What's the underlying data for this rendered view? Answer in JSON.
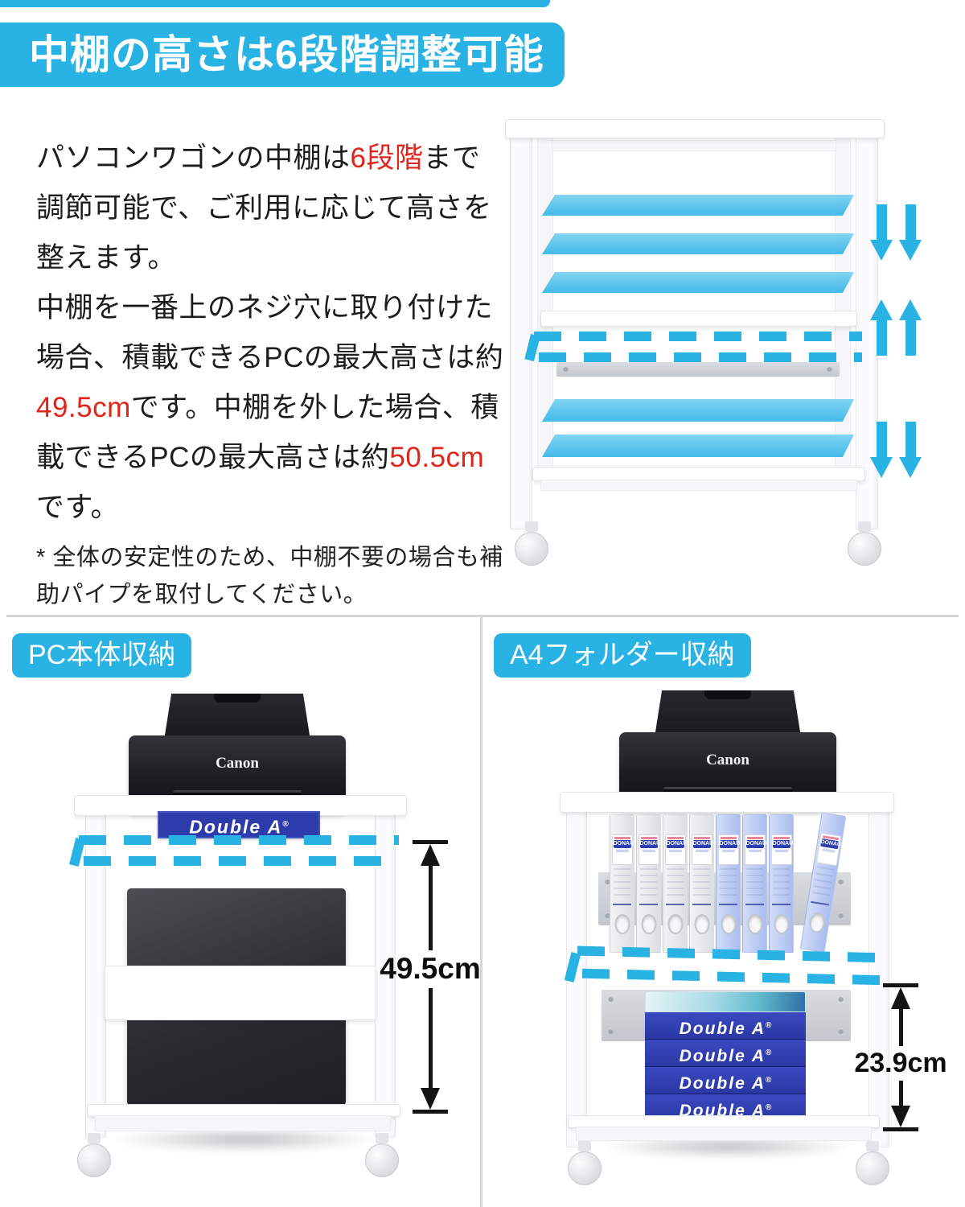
{
  "header": {
    "title": "中棚の高さは6段階調整可能"
  },
  "intro": {
    "p1_parts": [
      "パソコンワゴンの中棚は",
      "6段階",
      "まで調節可能で、ご利用に応じて高さを整えます。"
    ],
    "p2_parts": [
      "中棚を一番上のネジ穴に取り付けた場合、積載できるPCの最大高さは約",
      "49.5cm",
      "です。中棚を外した場合、積載できるPCの最大高さは約",
      "50.5cm",
      "です。"
    ],
    "note": "* 全体の安定性のため、中棚不要の場合も補助パイプを取付してください。"
  },
  "left_panel": {
    "label": "PC本体収納",
    "printer_brand": "Canon",
    "sign_label": "Double A",
    "sign_reg": "®",
    "dimension": "49.5cm"
  },
  "right_panel": {
    "label": "A4フォルダー収納",
    "printer_brand": "Canon",
    "binder_brand": "DONAU",
    "ream_label": "Double A",
    "ream_reg": "®",
    "dimension": "23.9cm"
  },
  "colors": {
    "accent": "#29b2e4",
    "shelf": "#5ec6ee",
    "red": "#e2231a",
    "double_a_blue": "#2e3cab",
    "binder_blue": "#b9c9f3",
    "dim": "#141414",
    "divider": "#d6d6d6"
  }
}
